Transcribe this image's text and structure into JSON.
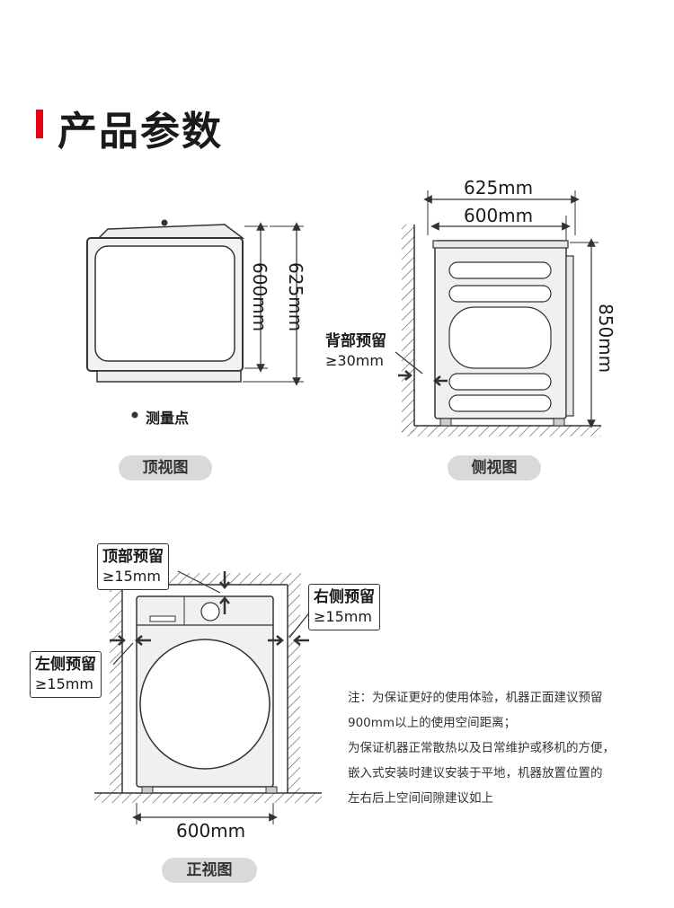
{
  "title": "产品参数",
  "top_view": {
    "label": "顶视图",
    "dim_600": "600mm",
    "dim_625": "625mm",
    "measure_point": "测量点"
  },
  "side_view": {
    "label": "侧视图",
    "dim_625": "625mm",
    "dim_600": "600mm",
    "dim_850": "850mm",
    "back_reserve_title": "背部预留",
    "back_reserve_value": "≥30mm"
  },
  "front_view": {
    "label": "正视图",
    "dim_600": "600mm",
    "top_reserve_title": "顶部预留",
    "top_reserve_value": "≥15mm",
    "right_reserve_title": "右侧预留",
    "right_reserve_value": "≥15mm",
    "left_reserve_title": "左侧预留",
    "left_reserve_value": "≥15mm"
  },
  "notes": [
    "注：为保证更好的使用体验，机器正面建议预留",
    "900mm以上的使用空间距离；",
    "为保证机器正常散热以及日常维护或移机的方便，",
    "嵌入式安装时建议安装于平地，机器放置位置的",
    "左右后上空间间隙建议如上"
  ],
  "colors": {
    "accent": "#e30613",
    "pill": "#d9d9d9",
    "body_fill": "#efefef",
    "line": "#333333"
  }
}
